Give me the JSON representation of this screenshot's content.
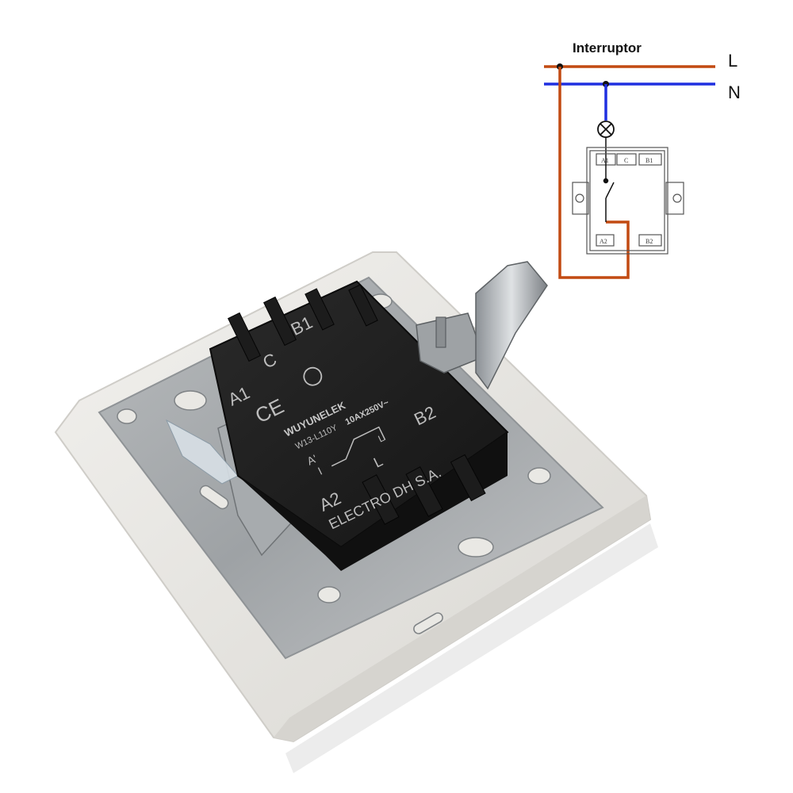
{
  "diagram": {
    "title": "Interruptor",
    "lines": {
      "live": "L",
      "neutral": "N"
    },
    "terminals": [
      "A1",
      "C",
      "B1",
      "A2",
      "B2"
    ],
    "colors": {
      "live": "#c24a12",
      "neutral": "#1f2fe0"
    }
  },
  "switch_body": {
    "terminals_top": [
      "A1",
      "C",
      "B1"
    ],
    "terminals_bottom": [
      "A2",
      "B2"
    ],
    "ce_mark": "CE",
    "brand": "WUYUNELEK",
    "model": "W13-L110Y",
    "rating": "10AX250V~",
    "circuit_labels": [
      "A'",
      "I",
      "L",
      "L"
    ],
    "maker": "ELECTRO DH S.A."
  }
}
